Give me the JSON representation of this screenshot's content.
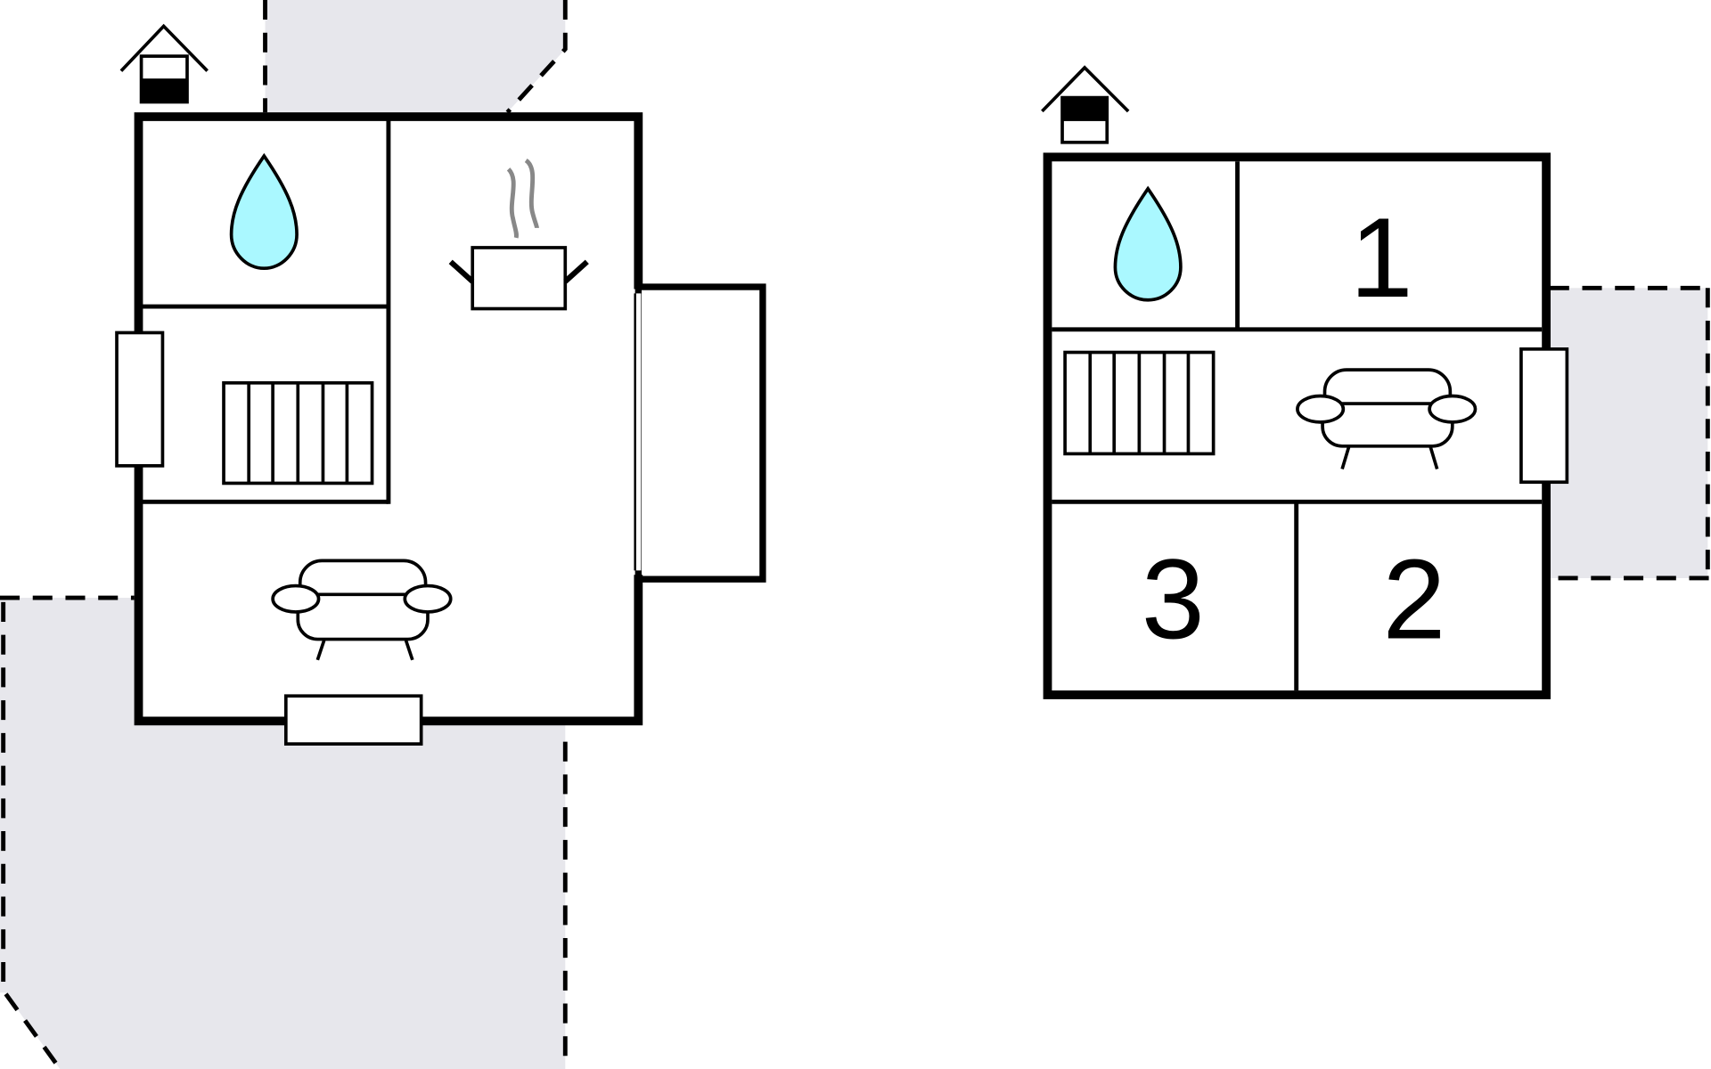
{
  "colors": {
    "water": "#aaf8ff",
    "outdoor_area": "#e7e7ec",
    "steam": "#888888"
  },
  "left_plan": {
    "icons": [
      "house-entrance-icon",
      "water-drop-icon",
      "cooking-pot-icon",
      "radiator-icon",
      "sofa-icon"
    ]
  },
  "right_plan": {
    "rooms": {
      "bedroom_1": "1",
      "bedroom_2": "2",
      "bedroom_3": "3"
    },
    "icons": [
      "house-entrance-icon",
      "water-drop-icon",
      "radiator-icon",
      "sofa-icon"
    ]
  }
}
